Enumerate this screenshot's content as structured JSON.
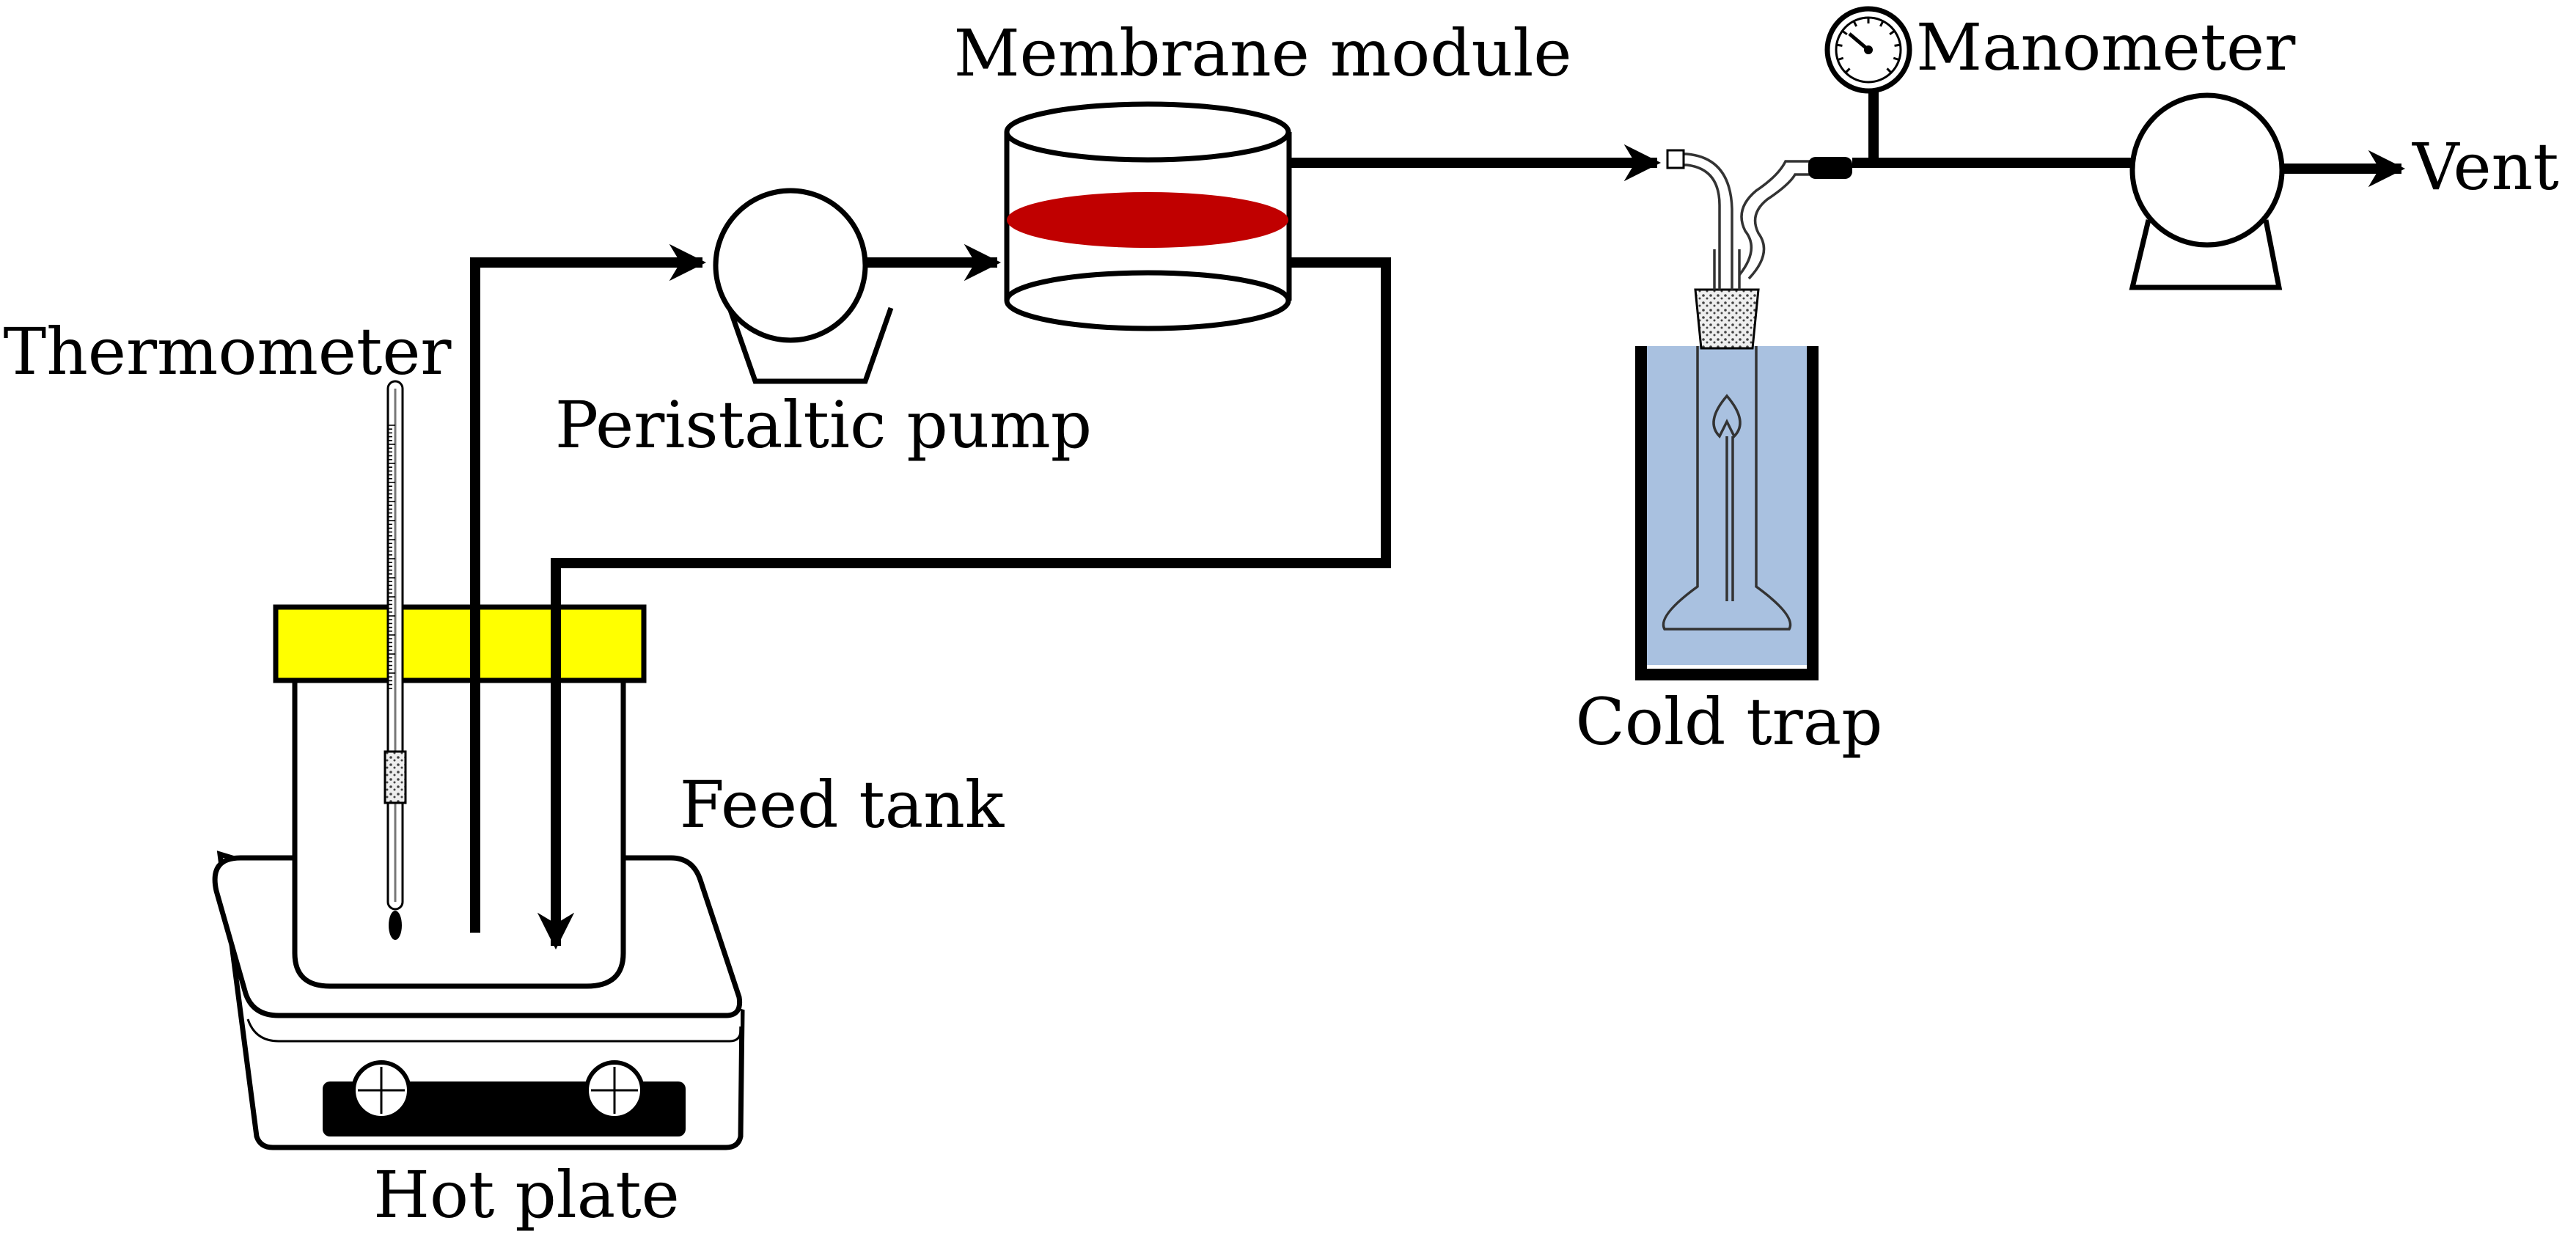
{
  "labels": {
    "membrane_module": "Membrane module",
    "manometer": "Manometer",
    "vent": "Vent",
    "thermometer": "Thermometer",
    "peristaltic_pump": "Peristaltic pump",
    "cold_trap": "Cold trap",
    "feed_tank": "Feed tank",
    "hot_plate": "Hot plate"
  },
  "colors": {
    "membrane": "#c00000",
    "tank_lid": "#ffff00",
    "feed_liquid": "#f0f0f0",
    "coolant": "#a9c1e0",
    "hot_plate_panel": "#000000",
    "line": "#000000"
  }
}
